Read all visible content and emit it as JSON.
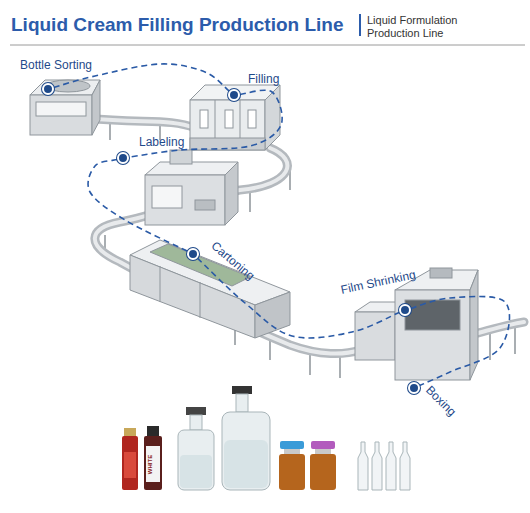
{
  "diagram": {
    "title": "Liquid Cream Filling Production Line",
    "nodes": [
      {
        "text": [
          "Bottle Sorting"
        ]
      },
      {
        "text": [
          "Filling"
        ]
      },
      {
        "text": [
          "Labeling"
        ]
      },
      {
        "text": [
          "Cartoning"
        ]
      },
      {
        "text": [
          "Film Shrinking"
        ]
      },
      {
        "text": [
          "Boxing"
        ]
      }
    ],
    "edges": [
      {
        "from": 0,
        "to": 1,
        "arrow": "none"
      },
      {
        "from": 1,
        "to": 2,
        "arrow": "none"
      },
      {
        "from": 2,
        "to": 3,
        "arrow": "none"
      },
      {
        "from": 3,
        "to": 4,
        "arrow": "none"
      },
      {
        "from": 4,
        "to": 5,
        "arrow": "none"
      }
    ],
    "labels": [
      "Liquid Formulation Production Line",
      "WHITE"
    ]
  }
}
